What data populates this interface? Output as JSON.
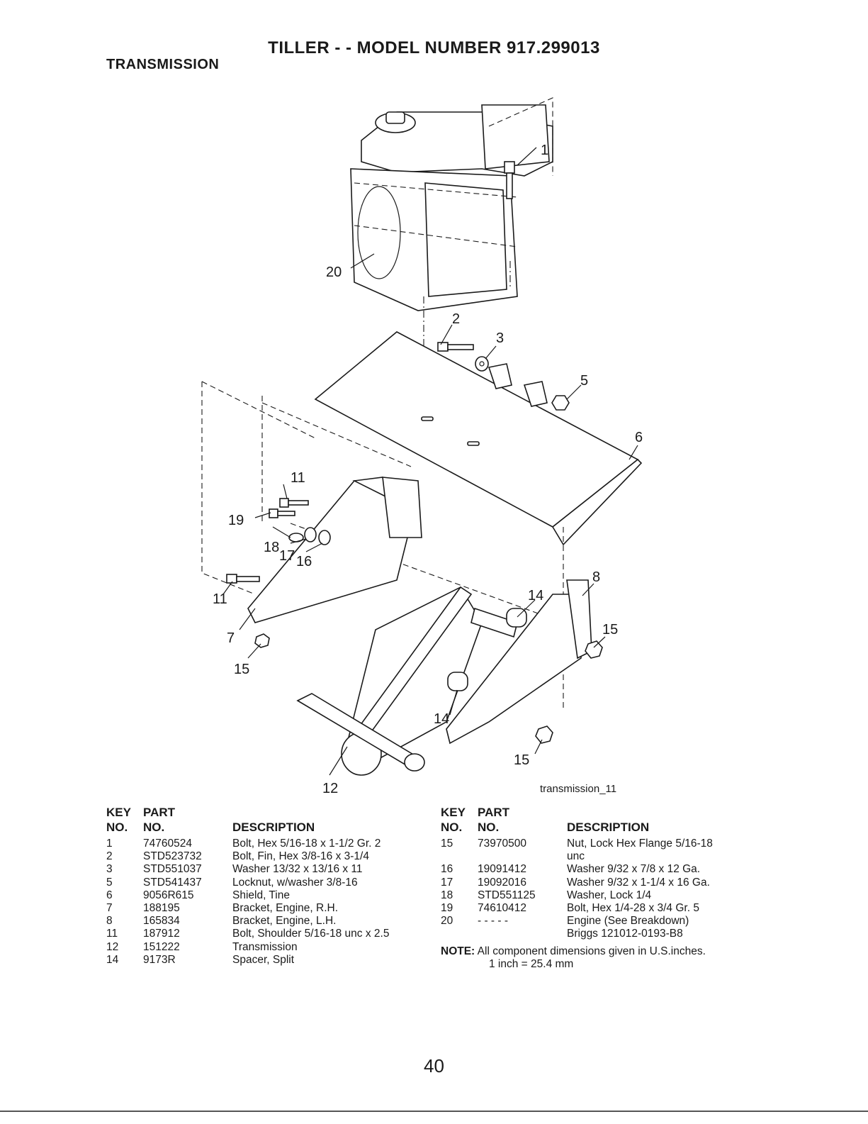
{
  "header": {
    "title": "TILLER - - MODEL NUMBER 917.299013",
    "section": "TRANSMISSION"
  },
  "diagram": {
    "figure_id": "transmission_11",
    "callouts": [
      "1",
      "2",
      "3",
      "5",
      "6",
      "7",
      "8",
      "11",
      "11",
      "12",
      "14",
      "14",
      "15",
      "15",
      "15",
      "15",
      "16",
      "17",
      "18",
      "19",
      "20"
    ]
  },
  "parts_table": {
    "headers": {
      "key": "KEY",
      "key2": "NO.",
      "part": "PART",
      "part2": "NO.",
      "description": "DESCRIPTION"
    },
    "left": [
      {
        "key": "1",
        "part": "74760524",
        "desc": "Bolt, Hex 5/16-18 x 1-1/2 Gr. 2"
      },
      {
        "key": "2",
        "part": "STD523732",
        "desc": "Bolt, Fin, Hex 3/8-16 x 3-1/4"
      },
      {
        "key": "3",
        "part": "STD551037",
        "desc": "Washer 13/32 x 13/16 x 11"
      },
      {
        "key": "5",
        "part": "STD541437",
        "desc": "Locknut, w/washer 3/8-16"
      },
      {
        "key": "6",
        "part": "9056R615",
        "desc": "Shield, Tine"
      },
      {
        "key": "7",
        "part": "188195",
        "desc": "Bracket, Engine, R.H."
      },
      {
        "key": "8",
        "part": "165834",
        "desc": "Bracket, Engine, L.H."
      },
      {
        "key": "11",
        "part": "187912",
        "desc": "Bolt, Shoulder 5/16-18 unc x 2.5"
      },
      {
        "key": "12",
        "part": "151222",
        "desc": "Transmission"
      },
      {
        "key": "14",
        "part": "9173R",
        "desc": "Spacer, Split"
      }
    ],
    "right": [
      {
        "key": "15",
        "part": "73970500",
        "desc": "Nut, Lock Hex Flange 5/16-18",
        "desc2": "unc"
      },
      {
        "key": "16",
        "part": "19091412",
        "desc": "Washer 9/32 x 7/8 x 12 Ga."
      },
      {
        "key": "17",
        "part": "19092016",
        "desc": "Washer 9/32 x 1-1/4 x 16 Ga."
      },
      {
        "key": "18",
        "part": "STD551125",
        "desc": "Washer, Lock 1/4"
      },
      {
        "key": "19",
        "part": "74610412",
        "desc": "Bolt, Hex 1/4-28 x 3/4 Gr. 5"
      },
      {
        "key": "20",
        "part": "- - - - -",
        "desc": "Engine (See Breakdown)",
        "desc2": "Briggs 121012-0193-B8"
      }
    ]
  },
  "note": {
    "label": "NOTE:",
    "line1": "All component dimensions given in U.S.inches.",
    "line2": "1 inch = 25.4 mm"
  },
  "footer": {
    "page_number": "40"
  }
}
